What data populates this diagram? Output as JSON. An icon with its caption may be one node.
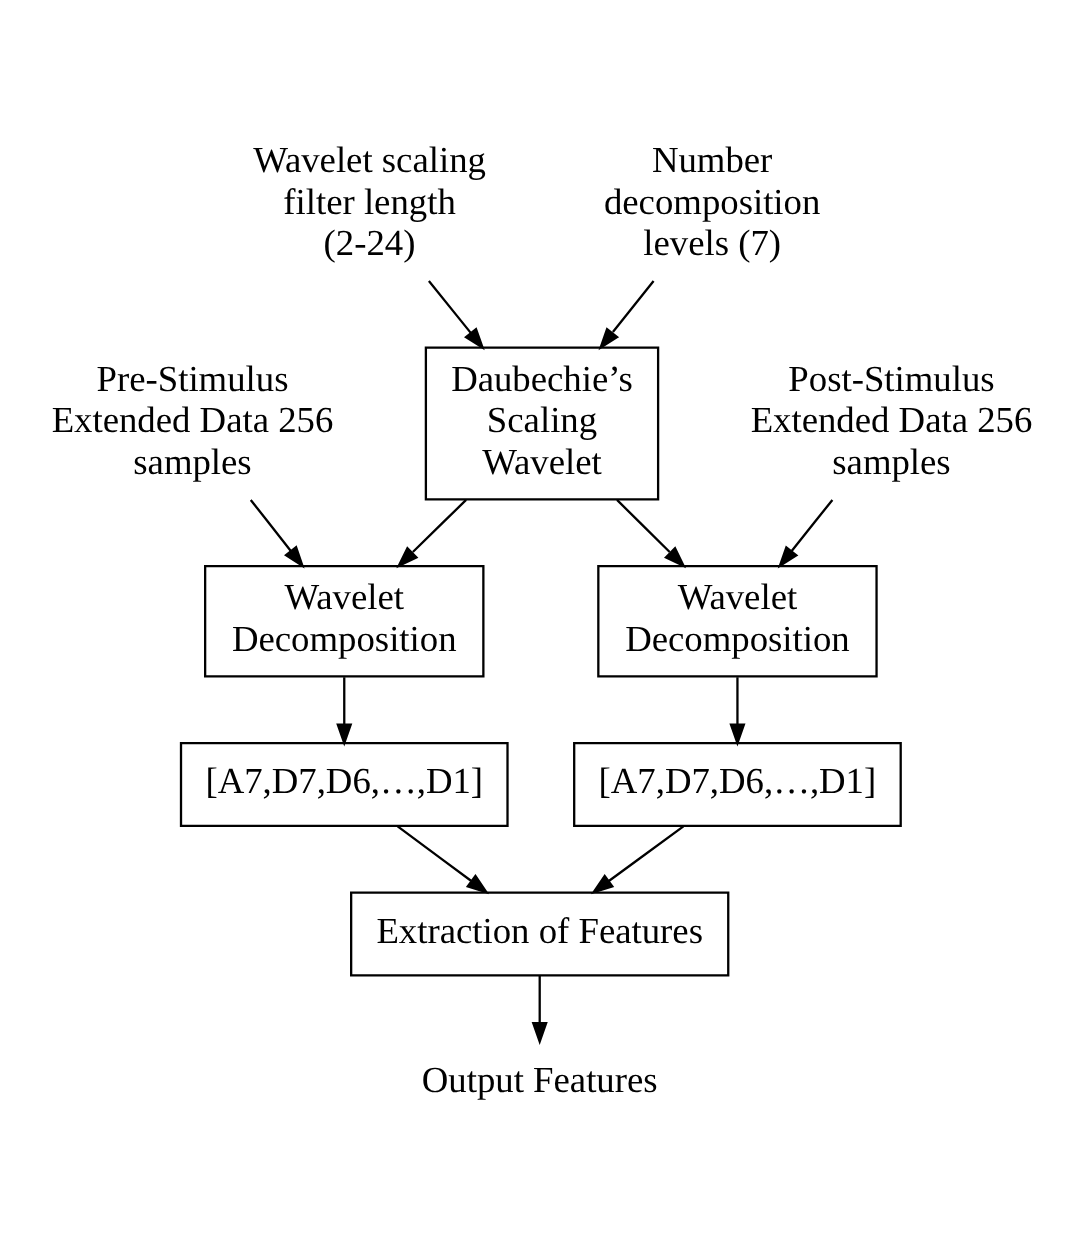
{
  "diagram": {
    "nodes": [
      {
        "text": [
          "Wavelet scaling filter length (2-24)"
        ]
      },
      {
        "text": [
          "Number decomposition levels (7)"
        ]
      },
      {
        "text": [
          "Pre-Stimulus Extended Data 256 samples"
        ]
      },
      {
        "text": [
          "Daubechie’s Scaling Wavelet"
        ]
      },
      {
        "text": [
          "Post-Stimulus Extended Data 256 samples"
        ]
      },
      {
        "text": [
          "Wavelet Decomposition"
        ]
      },
      {
        "text": [
          "Wavelet Decomposition"
        ]
      },
      {
        "text": [
          "[A7,D7,D6,…,D1]"
        ]
      },
      {
        "text": [
          "[A7,D7,D6,…,D1]"
        ]
      },
      {
        "text": [
          "Extraction of Features"
        ]
      },
      {
        "text": [
          "Output Features"
        ]
      }
    ],
    "edges": [
      {
        "from": 0,
        "to": 3,
        "arrow": "to"
      },
      {
        "from": 1,
        "to": 3,
        "arrow": "to"
      },
      {
        "from": 2,
        "to": 5,
        "arrow": "to"
      },
      {
        "from": 3,
        "to": 5,
        "arrow": "to"
      },
      {
        "from": 3,
        "to": 6,
        "arrow": "to"
      },
      {
        "from": 4,
        "to": 6,
        "arrow": "to"
      },
      {
        "from": 5,
        "to": 7,
        "arrow": "to"
      },
      {
        "from": 6,
        "to": 8,
        "arrow": "to"
      },
      {
        "from": 7,
        "to": 9,
        "arrow": "to"
      },
      {
        "from": 8,
        "to": 9,
        "arrow": "to"
      },
      {
        "from": 9,
        "to": 10,
        "arrow": "to"
      }
    ]
  }
}
